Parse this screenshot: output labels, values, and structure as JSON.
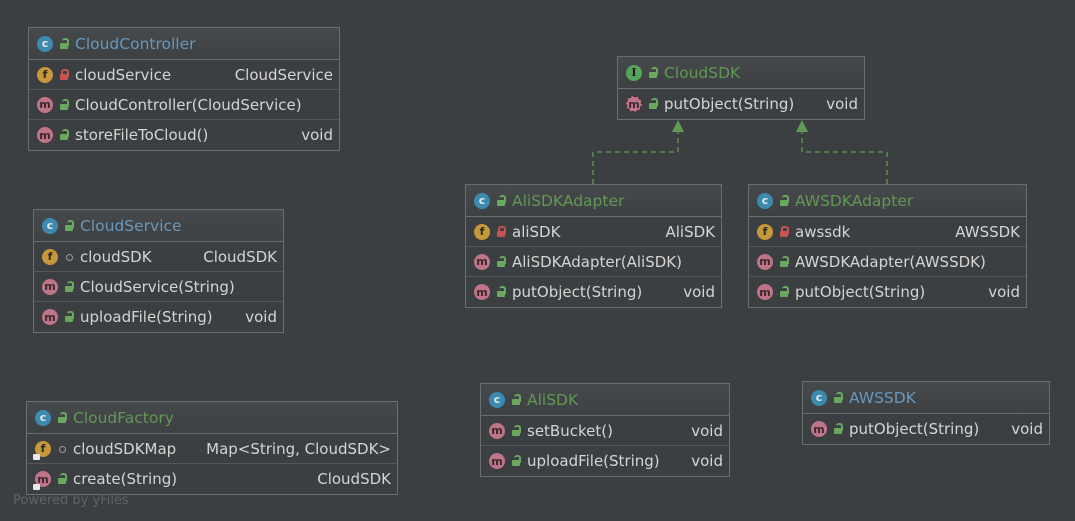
{
  "nodes": {
    "cloudController": {
      "title": "CloudController",
      "kind": "class",
      "title_color": "#6897bb",
      "rows": [
        {
          "badge": "f",
          "visibility": "private",
          "name": "cloudService",
          "type": "CloudService"
        },
        {
          "badge": "m",
          "visibility": "public",
          "name": "CloudController(CloudService)",
          "type": ""
        },
        {
          "badge": "m",
          "visibility": "public",
          "name": "storeFileToCloud()",
          "type": "void"
        }
      ]
    },
    "cloudService": {
      "title": "CloudService",
      "kind": "class",
      "title_color": "#6897bb",
      "rows": [
        {
          "badge": "f",
          "visibility": "package",
          "name": "cloudSDK",
          "type": "CloudSDK"
        },
        {
          "badge": "m",
          "visibility": "public",
          "name": "CloudService(String)",
          "type": ""
        },
        {
          "badge": "m",
          "visibility": "public",
          "name": "uploadFile(String)",
          "type": "void"
        }
      ]
    },
    "cloudFactory": {
      "title": "CloudFactory",
      "kind": "class",
      "title_color": "#629755",
      "rows": [
        {
          "badge": "f",
          "visibility": "package",
          "static": true,
          "name": "cloudSDKMap",
          "type": "Map<String, CloudSDK>"
        },
        {
          "badge": "m",
          "visibility": "public",
          "static": true,
          "name": "create(String)",
          "type": "CloudSDK"
        }
      ]
    },
    "cloudSDK": {
      "title": "CloudSDK",
      "kind": "interface",
      "title_color": "#629755",
      "rows": [
        {
          "badge": "m",
          "visibility": "public",
          "abstract": true,
          "name": "putObject(String)",
          "type": "void"
        }
      ]
    },
    "aliSDKAdapter": {
      "title": "AliSDKAdapter",
      "kind": "class",
      "title_color": "#629755",
      "rows": [
        {
          "badge": "f",
          "visibility": "private",
          "name": "aliSDK",
          "type": "AliSDK"
        },
        {
          "badge": "m",
          "visibility": "public",
          "name": "AliSDKAdapter(AliSDK)",
          "type": ""
        },
        {
          "badge": "m",
          "visibility": "public",
          "name": "putObject(String)",
          "type": "void"
        }
      ]
    },
    "awsSDKAdapter": {
      "title": "AWSDKAdapter",
      "kind": "class",
      "title_color": "#629755",
      "rows": [
        {
          "badge": "f",
          "visibility": "private",
          "name": "awssdk",
          "type": "AWSSDK"
        },
        {
          "badge": "m",
          "visibility": "public",
          "name": "AWSDKAdapter(AWSSDK)",
          "type": ""
        },
        {
          "badge": "m",
          "visibility": "public",
          "name": "putObject(String)",
          "type": "void"
        }
      ]
    },
    "aliSDK": {
      "title": "AliSDK",
      "kind": "class",
      "title_color": "#629755",
      "rows": [
        {
          "badge": "m",
          "visibility": "public",
          "name": "setBucket()",
          "type": "void"
        },
        {
          "badge": "m",
          "visibility": "public",
          "name": "uploadFile(String)",
          "type": "void"
        }
      ]
    },
    "awsSDK": {
      "title": "AWSSDK",
      "kind": "class",
      "title_color": "#6897bb",
      "rows": [
        {
          "badge": "m",
          "visibility": "public",
          "name": "putObject(String)",
          "type": "void"
        }
      ]
    }
  },
  "edges": [
    {
      "from": "aliSDKAdapter",
      "to": "cloudSDK",
      "relation": "implements",
      "style": "dashed",
      "color": "#5f9a55"
    },
    {
      "from": "awsSDKAdapter",
      "to": "cloudSDK",
      "relation": "implements",
      "style": "dashed",
      "color": "#5f9a55"
    }
  ],
  "footer": "Powered by yFiles",
  "colors": {
    "background": "#3c3f41",
    "border": "#6b6e70",
    "class_badge": "#3d8ab0",
    "interface_badge": "#56a35a",
    "field_badge": "#c7973b",
    "method_badge": "#c0748a"
  }
}
